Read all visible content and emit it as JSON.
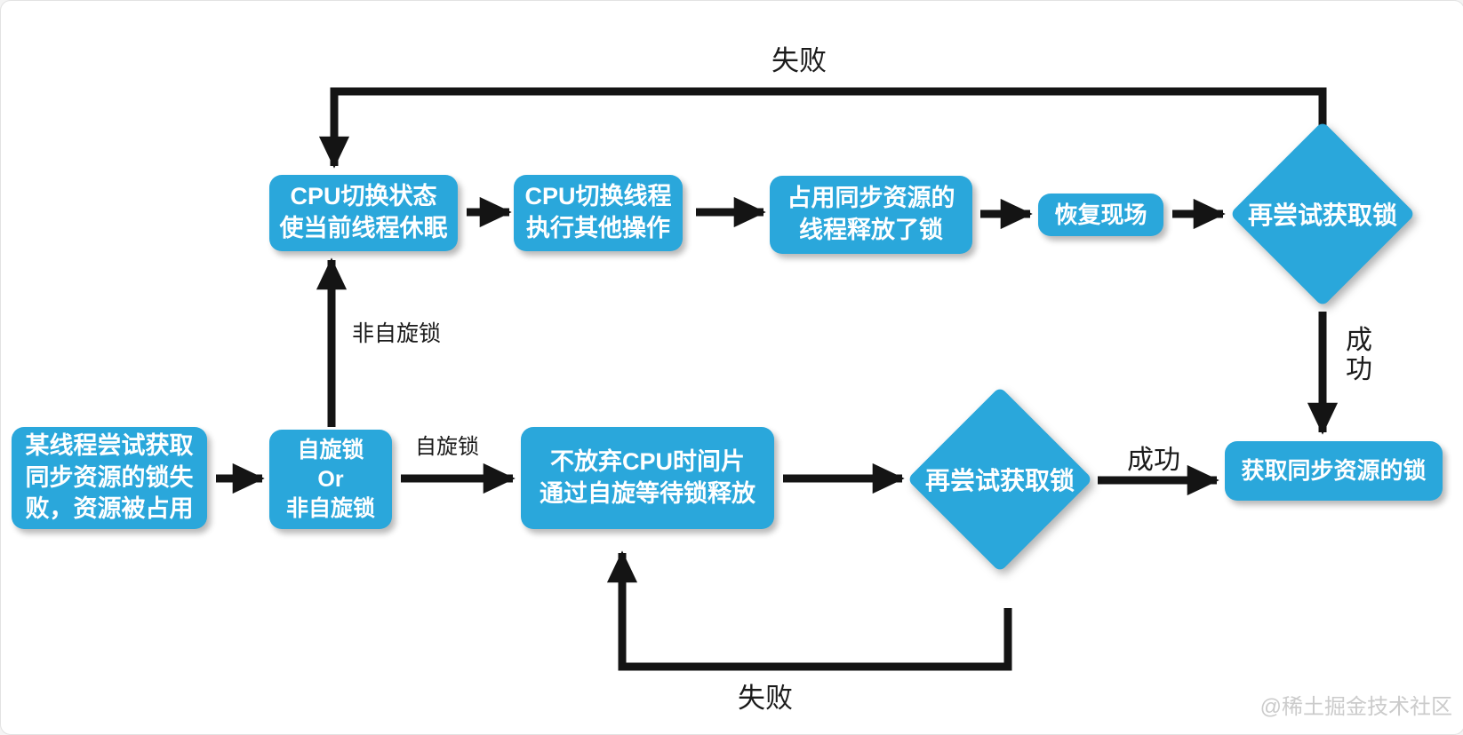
{
  "diagram": {
    "nodes": {
      "thread_fail": {
        "lines": [
          "某线程尝试获取",
          "同步资源的锁失",
          "败，资源被占用"
        ]
      },
      "lock_type": {
        "lines": [
          "自旋锁",
          "Or",
          "非自旋锁"
        ]
      },
      "spin_wait": {
        "lines": [
          "不放弃CPU时间片",
          "通过自旋等待锁释放"
        ]
      },
      "retry_bottom": {
        "lines": [
          "再尝试获取锁"
        ]
      },
      "acquire_lock": {
        "lines": [
          "获取同步资源的锁"
        ]
      },
      "cpu_state": {
        "lines": [
          "CPU切换状态",
          "使当前线程休眠"
        ]
      },
      "cpu_thread": {
        "lines": [
          "CPU切换线程",
          "执行其他操作"
        ]
      },
      "release_lock": {
        "lines": [
          "占用同步资源的",
          "线程释放了锁"
        ]
      },
      "restore": {
        "lines": [
          "恢复现场"
        ]
      },
      "retry_top": {
        "lines": [
          "再尝试获取锁"
        ]
      }
    },
    "labels": {
      "fail_top": "失败",
      "fail_bottom": "失败",
      "success_right": "成功",
      "success_bottom": "成功",
      "non_spin": "非自旋锁",
      "spin": "自旋锁"
    },
    "watermark": "@稀土掘金技术社区",
    "colors": {
      "node_fill": "#2AA7DB",
      "node_text": "#FFFFFF",
      "arrow": "#141414",
      "watermark_text": "#CBCBCB"
    }
  }
}
